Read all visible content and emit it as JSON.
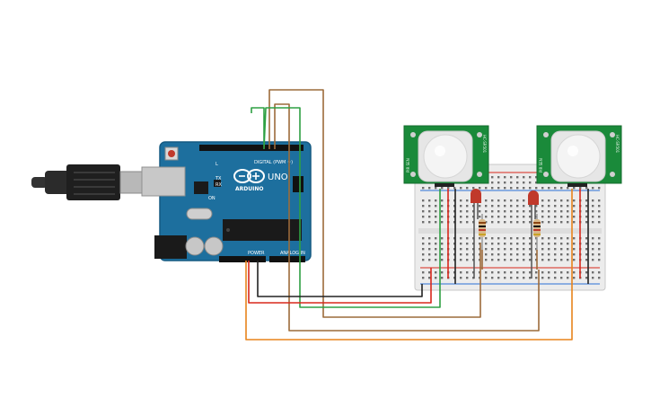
{
  "board": {
    "logo_text": "ARDUINO",
    "model_text": "UNO",
    "digital_label": "DIGITAL (PWM ~)",
    "analog_label": "ANALOG IN",
    "power_label": "POWER",
    "tx_label": "TX",
    "rx_label": "RX",
    "l_label": "L",
    "on_label": "ON",
    "color": "#1d6f9e"
  },
  "sensors": [
    {
      "name": "PIR sensor 1",
      "label_left": "PIR SEN",
      "label_right": "HC-SR501"
    },
    {
      "name": "PIR sensor 2",
      "label_left": "PIR SEN",
      "label_right": "HC-SR501"
    }
  ],
  "leds": [
    {
      "color": "#c0392b"
    },
    {
      "color": "#c0392b"
    }
  ],
  "wires": {
    "black": "#222222",
    "red": "#d9281c",
    "green": "#2ea043",
    "brown": "#9c6b3a",
    "orange": "#e8841c"
  }
}
